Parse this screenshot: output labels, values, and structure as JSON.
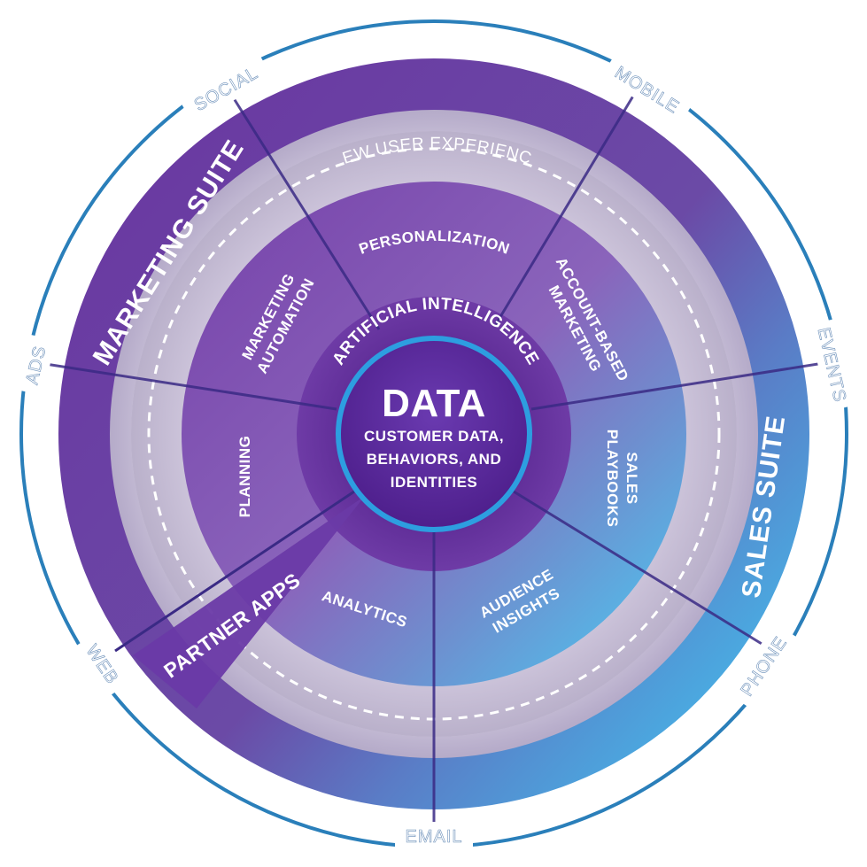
{
  "core": {
    "title": "DATA",
    "subtitle_lines": [
      "CUSTOMER DATA,",
      "BEHAVIORS, AND",
      "IDENTITIES"
    ]
  },
  "inner_ring": {
    "label": "ARTIFICIAL INTELLIGENCE"
  },
  "segments": {
    "personalization": [
      "PERSONALIZATION"
    ],
    "account_based": [
      "ACCOUNT-BASED",
      "MARKETING"
    ],
    "sales_playbooks": [
      "SALES",
      "PLAYBOOKS"
    ],
    "audience_insights": [
      "AUDIENCE",
      "INSIGHTS"
    ],
    "analytics": [
      "ANALYTICS"
    ],
    "planning": [
      "PLANNING"
    ],
    "marketing_automation": [
      "MARKETING",
      "AUTOMATION"
    ]
  },
  "experience_ring": {
    "label": "NEW USER EXPERIENCE"
  },
  "suites": {
    "marketing": "MARKETING SUITE",
    "sales": "SALES SUITE",
    "partner": "PARTNER APPS"
  },
  "channels": {
    "social": "SOCIAL",
    "mobile": "MOBILE",
    "events": "EVENTS",
    "phone": "PHONE",
    "email": "EMAIL",
    "web": "WEB",
    "ads": "ADS"
  },
  "colors": {
    "deep_purple": "#5b2a93",
    "mid_purple": "#7d4fae",
    "light_purple": "#8f6bbf",
    "blue_accent": "#4aa8de",
    "ring_blue": "#2a6fb0",
    "core_border": "#2d9ee0"
  }
}
